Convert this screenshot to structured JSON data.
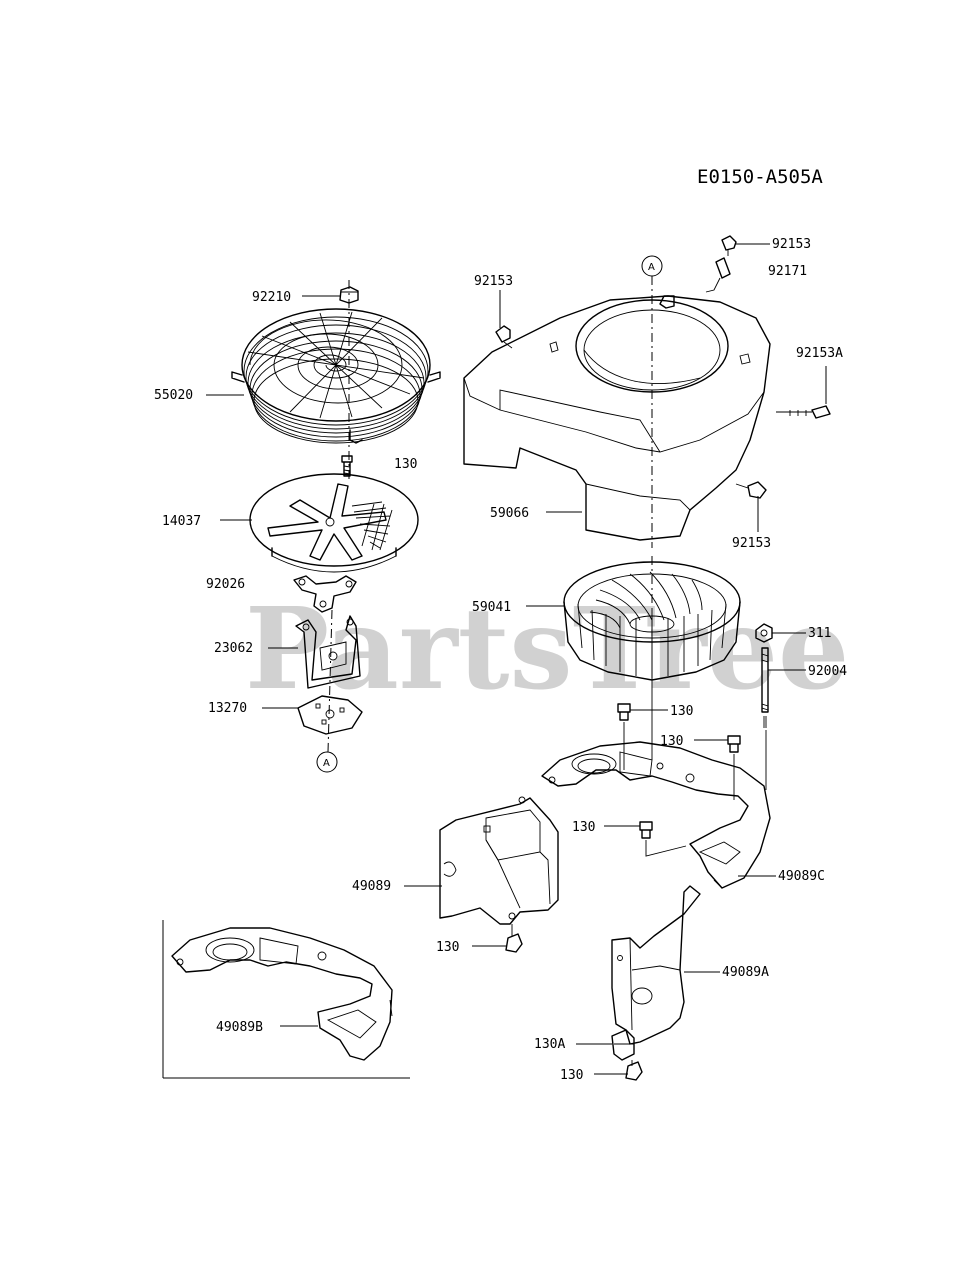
{
  "diagram_code": "E0150-A505A",
  "watermark": "PartsTree",
  "reference_marker": "A",
  "callouts": {
    "c92210": "92210",
    "c55020": "55020",
    "c130_top": "130",
    "c14037": "14037",
    "c92026": "92026",
    "c23062": "23062",
    "c13270": "13270",
    "c92153_left": "92153",
    "c92153_top": "92153",
    "c92171": "92171",
    "c92153A": "92153A",
    "c92153_right": "92153",
    "c59066": "59066",
    "c59041": "59041",
    "c311": "311",
    "c92004": "92004",
    "c130_a": "130",
    "c130_b": "130",
    "c130_c": "130",
    "c49089": "49089",
    "c49089C": "49089C",
    "c130_d": "130",
    "c49089A": "49089A",
    "c49089B": "49089B",
    "c130A": "130A",
    "c130_e": "130"
  }
}
